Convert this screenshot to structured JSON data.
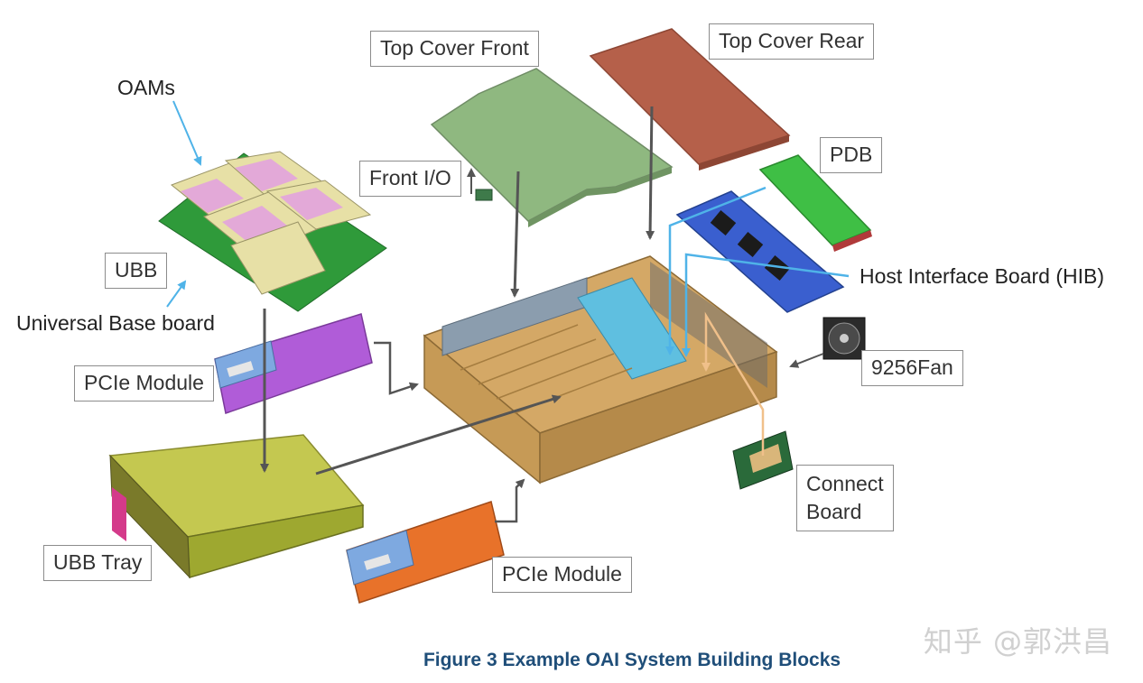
{
  "labels": {
    "oams": "OAMs",
    "top_cover_front": "Top Cover Front",
    "top_cover_rear": "Top Cover Rear",
    "front_io": "Front I/O",
    "pdb": "PDB",
    "ubb": "UBB",
    "universal_base_board": "Universal Base board",
    "hib": "Host Interface Board (HIB)",
    "pcie_module_upper": "PCIe Module",
    "fan": "9256Fan",
    "connect_board_line1": "Connect",
    "connect_board_line2": "Board",
    "ubb_tray": "UBB Tray",
    "pcie_module_lower": "PCIe Module"
  },
  "caption": "Figure 3 Example OAI System Building Blocks",
  "watermark": "知乎 @郭洪昌",
  "colors": {
    "top_cover_front": "#8fb880",
    "top_cover_rear": "#b5604a",
    "chassis": "#c69a56",
    "pdb": "#3fbf45",
    "hib": "#3a5fcf",
    "pcie_upper": "#b05cd8",
    "pcie_lower": "#e8722a",
    "ubb_tray": "#9ea830",
    "arrow_gray": "#555555",
    "arrow_blue": "#4fb3e8",
    "arrow_peach": "#f0c08a",
    "caption": "#1f4e79"
  }
}
